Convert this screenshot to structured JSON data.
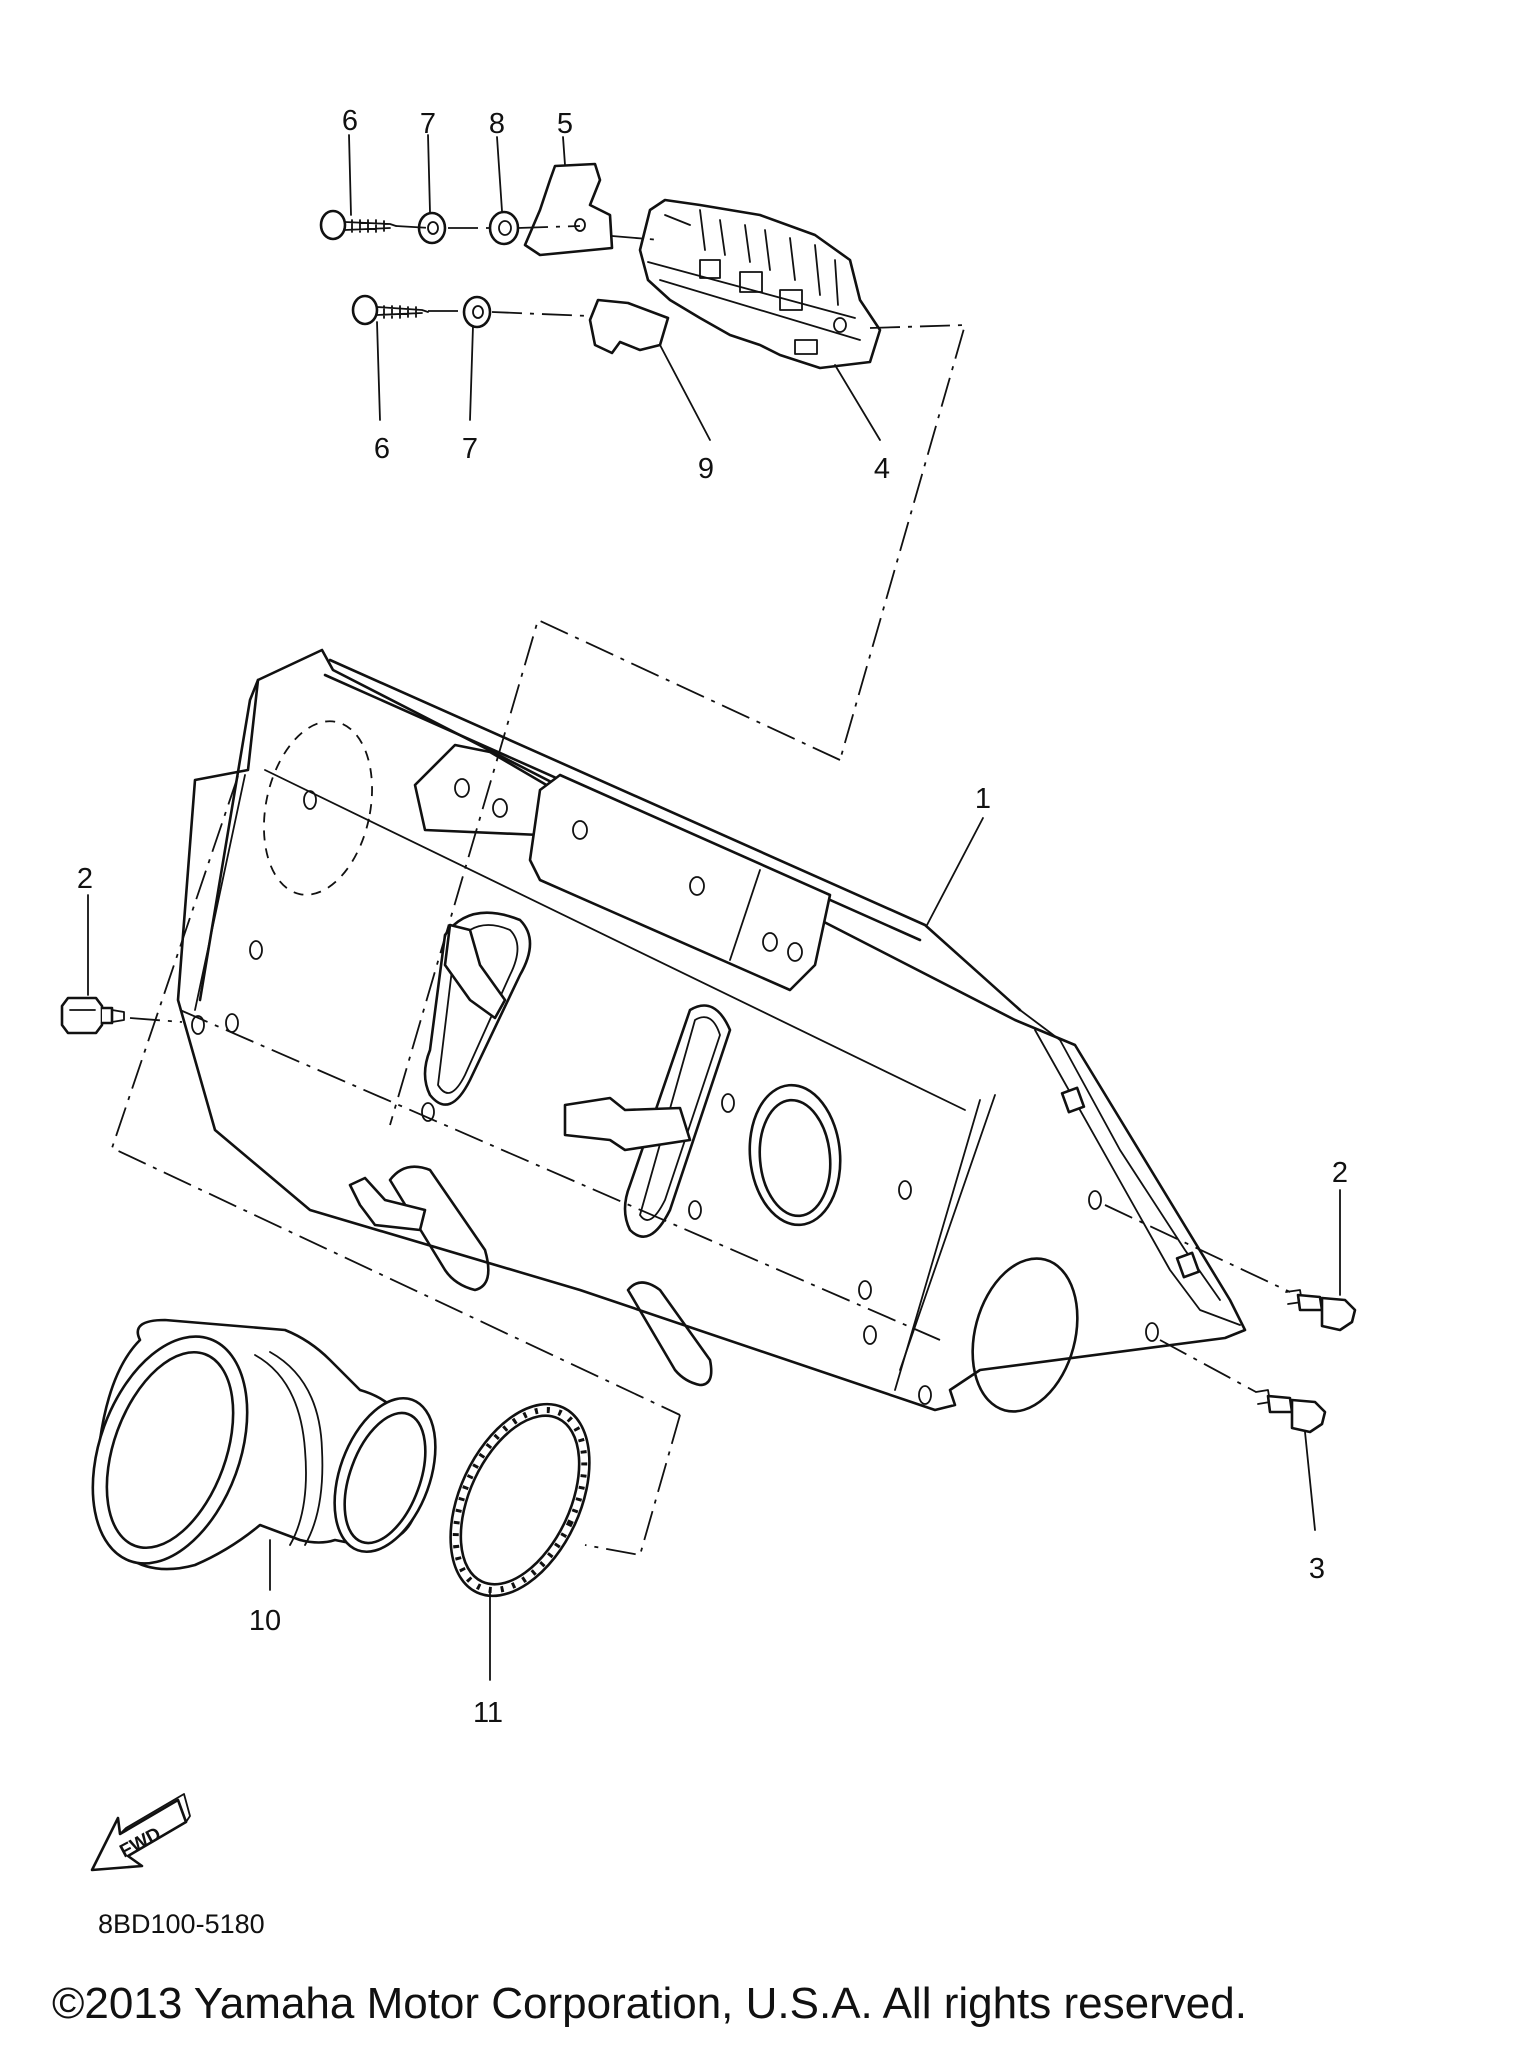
{
  "diagram": {
    "part_labels": {
      "p6a": "6",
      "p7a": "7",
      "p8": "8",
      "p5": "5",
      "p6b": "6",
      "p7b": "7",
      "p9": "9",
      "p4": "4",
      "p1": "1",
      "p2a": "2",
      "p2b": "2",
      "p3": "3",
      "p10": "10",
      "p11": "11"
    },
    "fwd_label": "FWD",
    "diagram_code": "8BD100-5180",
    "copyright": "©2013 Yamaha Motor Corporation, U.S.A. All rights reserved."
  }
}
